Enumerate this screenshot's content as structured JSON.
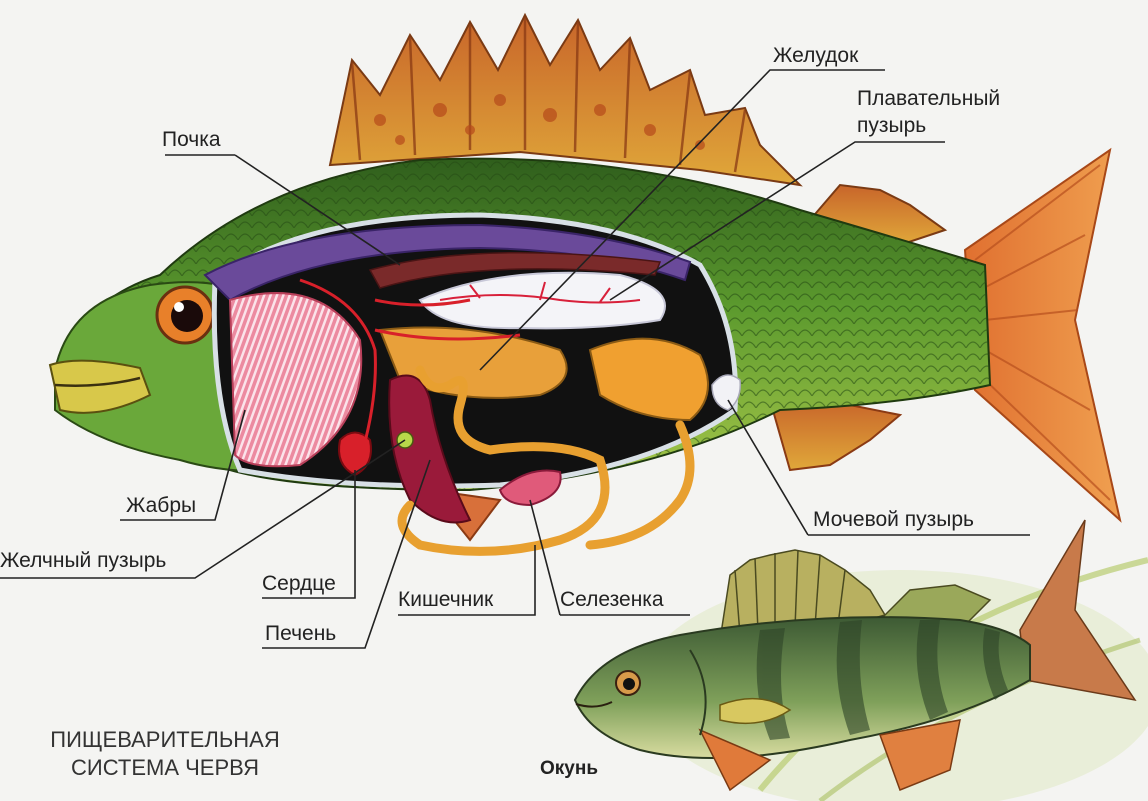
{
  "labels": {
    "stomach": "Желудок",
    "swim_bladder_line1": "Плавательный",
    "swim_bladder_line2": "пузырь",
    "kidney": "Почка",
    "gills": "Жабры",
    "gall_bladder": "Желчный пузырь",
    "heart": "Сердце",
    "liver": "Печень",
    "intestine": "Кишечник",
    "spleen": "Селезенка",
    "urinary_bladder": "Мочевой пузырь"
  },
  "caption": {
    "line1": "ПИЩЕВАРИТЕЛЬНАЯ",
    "line2": "СИСТЕМА ЧЕРВЯ"
  },
  "species_label": "Окунь",
  "colors": {
    "body_green": "#4e8a2a",
    "fin_orange": "#d86a2a",
    "gills_pink": "#e8708a",
    "organ_orange": "#e8a03a",
    "kidney_purple": "#6a4a9a",
    "cavity_black": "#111111"
  }
}
